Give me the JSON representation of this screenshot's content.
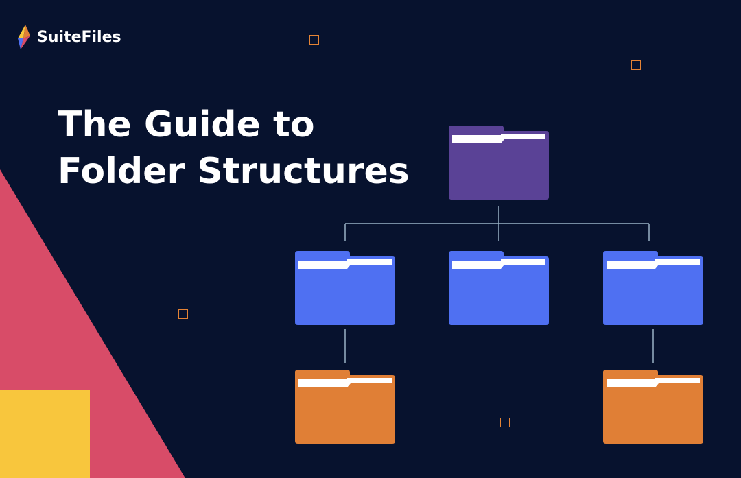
{
  "brand": {
    "name": "SuiteFiles",
    "logo_icon": "lightning-bolt-icon"
  },
  "headline": {
    "line1": "The Guide to",
    "line2": "Folder Structures"
  },
  "colors": {
    "background": "#07122e",
    "text": "#ffffff",
    "root_folder": "#5a4296",
    "child_folder": "#4f70f2",
    "grandchild_folder": "#e07f36",
    "connector": "#9ab3c7",
    "triangle": "#d84c68",
    "yellow_block": "#f8c63d",
    "deco_square": "#e48335"
  },
  "diagram": {
    "root": {
      "name": "root-folder",
      "color_key": "root_folder"
    },
    "children": [
      {
        "name": "child-folder-left",
        "color_key": "child_folder",
        "children": [
          {
            "name": "grandchild-folder-left",
            "color_key": "grandchild_folder"
          }
        ]
      },
      {
        "name": "child-folder-center",
        "color_key": "child_folder",
        "children": []
      },
      {
        "name": "child-folder-right",
        "color_key": "child_folder",
        "children": [
          {
            "name": "grandchild-folder-right",
            "color_key": "grandchild_folder"
          }
        ]
      }
    ]
  }
}
